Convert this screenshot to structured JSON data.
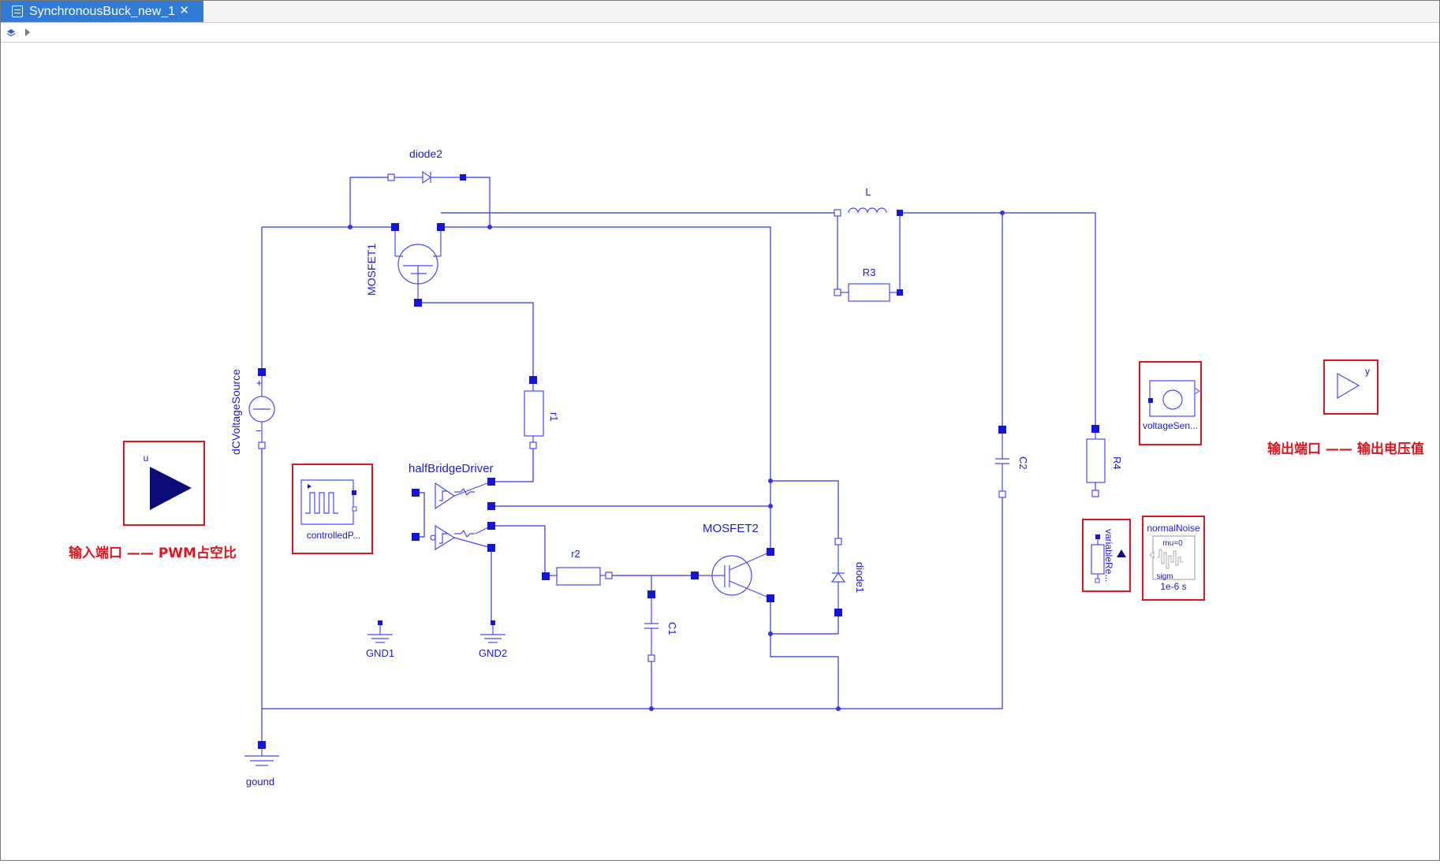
{
  "tab": {
    "title": "SynchronousBuck_new_1",
    "close_glyph": "✕"
  },
  "colors": {
    "wire": "#3434e0",
    "component": "#4848ff",
    "pin": "#1515d6",
    "highlight": "#e0141e",
    "label": "#1a1ad8",
    "tab_active": "#2f7bd6"
  },
  "components": {
    "diode2": "diode2",
    "L": "L",
    "R3": "R3",
    "MOSFET1": "MOSFET1",
    "dCVoltageSource": "dCVoltageSource",
    "plus": "+",
    "minus": "−",
    "r1": "r1",
    "halfBridgeDriver": "halfBridgeDriver",
    "r2": "r2",
    "C1": "C1",
    "MOSFET2": "MOSFET2",
    "diode1": "diode1",
    "C2": "C2",
    "R4": "R4",
    "GND1": "GND1",
    "GND2": "GND2",
    "gound": "gound",
    "u": "u",
    "controlledP": "controlledP...",
    "voltageSen": "voltageSen...",
    "y": "y",
    "variableRe": "variableRe...",
    "normalNoise": "normalNoise",
    "noise_mu": "mu=0",
    "noise_sigma": "sigm",
    "noise_period": "1e-6 s"
  },
  "annotations": {
    "input_port": "输入端口 —— PWM占空比",
    "output_port": "输出端口 —— 输出电压值"
  },
  "icons": {
    "tab": "model-file-icon",
    "breadcrumb": "layers-icon",
    "separator": "chevron-right-icon"
  }
}
